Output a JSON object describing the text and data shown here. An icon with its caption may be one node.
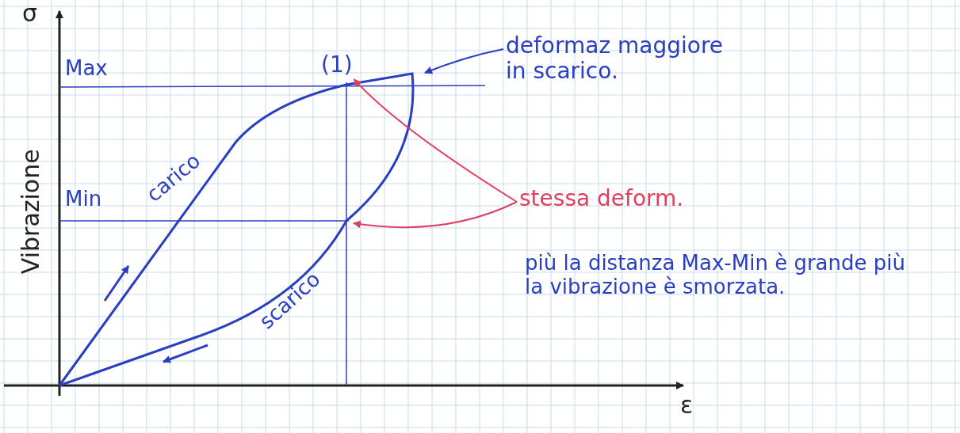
{
  "diagram": {
    "nodes": [
      {
        "text": [
          "deformaz maggiore in scarico."
        ]
      },
      {
        "text": [
          "stessa deform."
        ]
      },
      {
        "text": [
          "(1)"
        ]
      }
    ],
    "edges": [
      {
        "from": 0,
        "to": null,
        "arrow": "to",
        "color": "#2a3fc0"
      },
      {
        "from": 1,
        "to": 2,
        "arrow": "to",
        "color": "#e0405f"
      },
      {
        "from": 1,
        "to": null,
        "arrow": "to",
        "color": "#e0405f"
      }
    ],
    "labels": [
      "σ",
      "Max",
      "Vibrazione",
      "Min",
      "carico",
      "scarico",
      "ε",
      "più la distanza Max-Min è grande più la vibrazione è smorzata."
    ]
  }
}
